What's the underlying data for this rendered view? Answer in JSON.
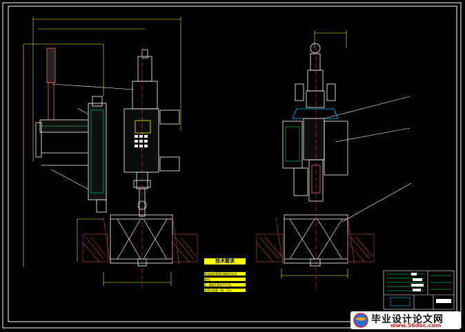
{
  "drawing": {
    "tech_requirements": {
      "title": "技术要求",
      "lines": [
        "各连接处要紧的缺陷均应无",
        "变形。",
        "2、装配后要求平行夹，",
        "全面对准要一致。可以"
      ]
    },
    "colors": {
      "background": "#000000",
      "outline": "#ffffff",
      "dimension": "#ffff00",
      "hatch": "#cc4444",
      "centerline": "#ff3333",
      "detail": "#00ff66",
      "accent": "#00ccff"
    }
  },
  "watermark": {
    "title": "毕业设计论文网",
    "url": "www.56doc.com"
  }
}
